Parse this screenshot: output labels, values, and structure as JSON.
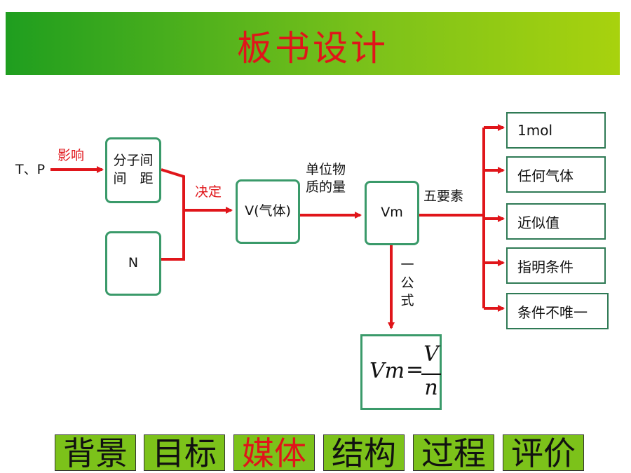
{
  "title": "板书设计",
  "diagram": {
    "tp": "T、P",
    "influence": "影响",
    "molecule_distance": [
      "分子间",
      "间　距"
    ],
    "n": "N",
    "decide": "决定",
    "volume": "V(气体)",
    "unit_amount": [
      "单位物",
      "质的量"
    ],
    "vm": "Vm",
    "five_elements": "五要素",
    "formula_label": [
      "一",
      "公",
      "式"
    ],
    "elements": [
      "1mol",
      "任何气体",
      "近似值",
      "指明条件",
      "条件不唯一"
    ],
    "formula": {
      "lhs": "Vm",
      "eq": "=",
      "numerator": "V",
      "denominator": "n"
    }
  },
  "nav": [
    {
      "label": "背景",
      "active": false
    },
    {
      "label": "目标",
      "active": false
    },
    {
      "label": "媒体",
      "active": true
    },
    {
      "label": "结构",
      "active": false
    },
    {
      "label": "过程",
      "active": false
    },
    {
      "label": "评价",
      "active": false
    }
  ],
  "colors": {
    "red": "#e0151a",
    "green": "#7cc21a",
    "box_border": "#3a9a6a"
  }
}
